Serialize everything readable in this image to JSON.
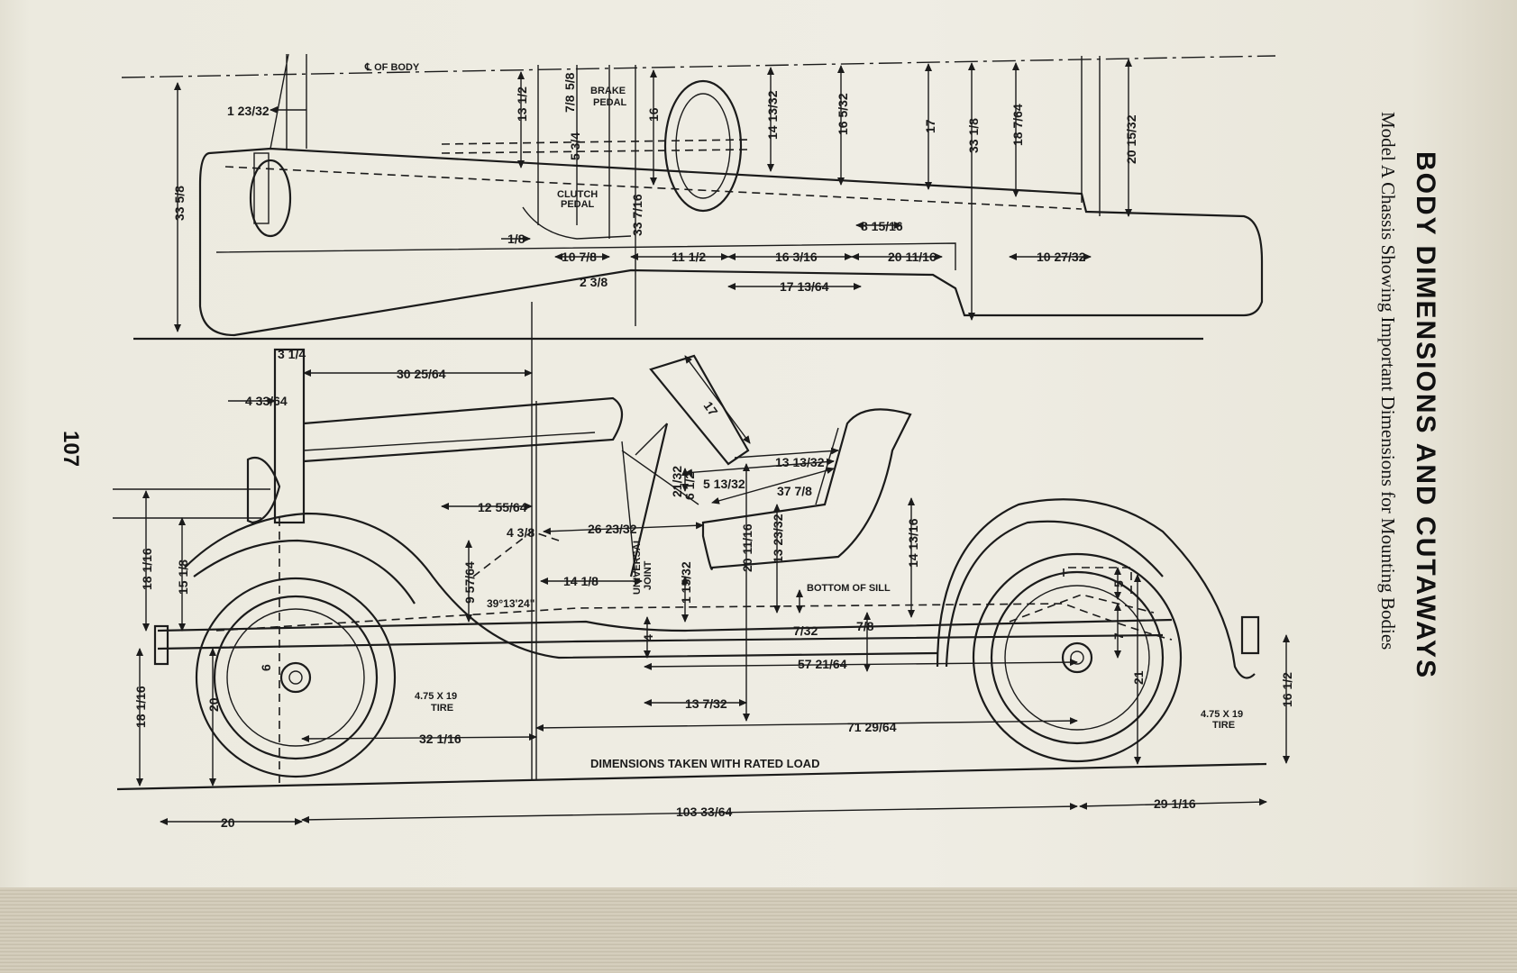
{
  "page": {
    "title": "BODY DIMENSIONS AND CUTAWAYS",
    "subtitle": "Model A Chassis Showing Important Dimensions for Mounting Bodies",
    "page_number": "107",
    "footer_note": "DIMENSIONS TAKEN WITH RATED LOAD"
  },
  "notes": {
    "center_of_body": "℄ OF BODY",
    "brake_pedal": [
      "BRAKE",
      "PEDAL"
    ],
    "clutch_pedal": [
      "CLUTCH",
      "PEDAL"
    ],
    "bottom_of_sill": "BOTTOM OF SILL",
    "universal_joint": [
      "UNIVERSAL",
      "JOINT"
    ],
    "tire_front": [
      "4.75 X 19",
      "TIRE"
    ],
    "tire_rear": [
      "4.75 X 19",
      "TIRE"
    ],
    "angle": "39°13'24\""
  },
  "plan_view": {
    "dims": [
      "1 23/32",
      "13 1/2",
      "5/8",
      "7/8",
      "5 3/4",
      "16",
      "14 13/32",
      "16 5/32",
      "17",
      "33 1/8",
      "18 7/64",
      "20 15/32",
      "33 5/8",
      "1/8",
      "33 7/16",
      "8 15/16",
      "10 7/8",
      "2 3/8",
      "11 1/2",
      "16 3/16",
      "20 11/16",
      "10 27/32",
      "17 13/64"
    ]
  },
  "side_view": {
    "dims": [
      "3 1/4",
      "30 25/64",
      "4 33/64",
      "17",
      "13 13/32",
      "5 13/32",
      "37 7/8",
      "21/32",
      "6 1/2",
      "12 55/64",
      "4 3/8",
      "26 23/32",
      "20 11/16",
      "13 23/32",
      "14 13/16",
      "18 1/16",
      "15 1/8",
      "9 57/64",
      "14 1/8",
      "1 15/32",
      "5",
      "7/32",
      "7/8",
      "4",
      "7",
      "6",
      "57 21/64",
      "21",
      "16 1/2",
      "20",
      "18 1/16",
      "13 7/32",
      "71 29/64",
      "32 1/16",
      "20",
      "103 33/64",
      "29 1/16"
    ]
  }
}
